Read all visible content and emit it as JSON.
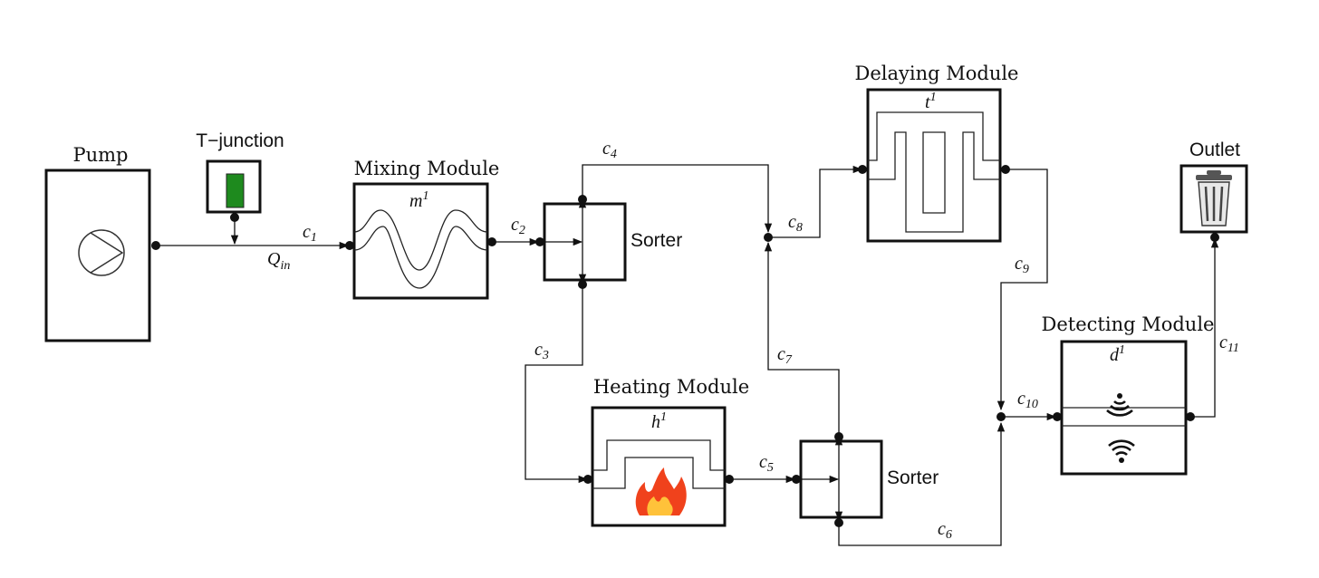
{
  "modules": {
    "pump": {
      "title": "Pump"
    },
    "tjunction": {
      "title": "T−junction"
    },
    "mixing": {
      "title": "Mixing Module",
      "var": "m",
      "sup": "1"
    },
    "sorter1": {
      "title": "Sorter"
    },
    "sorter2": {
      "title": "Sorter"
    },
    "heating": {
      "title": "Heating Module",
      "var": "h",
      "sup": "1"
    },
    "delaying": {
      "title": "Delaying Module",
      "var": "t",
      "sup": "1"
    },
    "detecting": {
      "title": "Detecting Module",
      "var": "d",
      "sup": "1"
    },
    "outlet": {
      "title": "Outlet"
    }
  },
  "channels": {
    "c1": {
      "base": "c",
      "sub": "1"
    },
    "c2": {
      "base": "c",
      "sub": "2"
    },
    "c3": {
      "base": "c",
      "sub": "3"
    },
    "c4": {
      "base": "c",
      "sub": "4"
    },
    "c5": {
      "base": "c",
      "sub": "5"
    },
    "c6": {
      "base": "c",
      "sub": "6"
    },
    "c7": {
      "base": "c",
      "sub": "7"
    },
    "c8": {
      "base": "c",
      "sub": "8"
    },
    "c9": {
      "base": "c",
      "sub": "9"
    },
    "c10": {
      "base": "c",
      "sub": "10"
    },
    "c11": {
      "base": "c",
      "sub": "11"
    },
    "qin": {
      "base": "Q",
      "sub": "in"
    }
  },
  "colors": {
    "tjunction_fill": "#1e8a1e",
    "flame_outer": "#f0421c",
    "flame_inner": "#ffc23a"
  },
  "icons": {
    "pump": "pump-icon",
    "outlet": "trash-can-icon",
    "heating": "flame-icon",
    "detecting": "wireless-signal-icon"
  }
}
